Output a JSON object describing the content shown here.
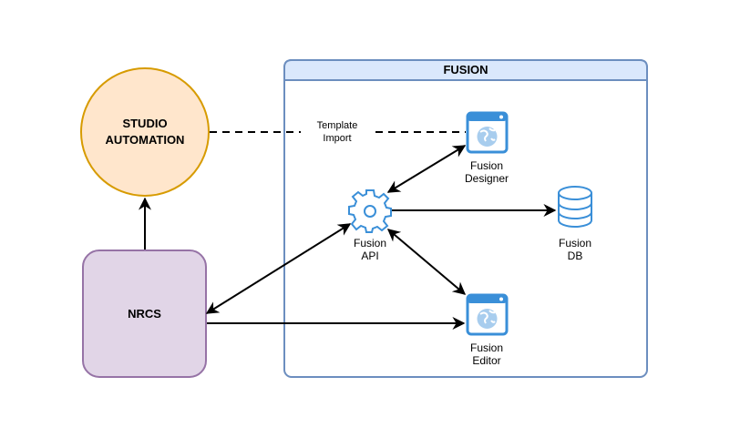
{
  "container": {
    "title": "FUSION",
    "fill": "#dae8fc",
    "stroke": "#6c8ebf"
  },
  "nodes": {
    "studio_automation": {
      "line1": "STUDIO",
      "line2": "AUTOMATION",
      "fill": "#ffe6cc",
      "stroke": "#d79b00"
    },
    "nrcs": {
      "label": "NRCS",
      "fill": "#e1d5e7",
      "stroke": "#9673a6"
    },
    "fusion_designer": {
      "line1": "Fusion",
      "line2": "Designer",
      "icon": "browser-globe-icon"
    },
    "fusion_api": {
      "line1": "Fusion",
      "line2": "API",
      "icon": "gear-icon"
    },
    "fusion_db": {
      "line1": "Fusion",
      "line2": "DB",
      "icon": "database-icon"
    },
    "fusion_editor": {
      "line1": "Fusion",
      "line2": "Editor",
      "icon": "browser-globe-icon"
    }
  },
  "edges": {
    "template_import": {
      "line1": "Template",
      "line2": "Import",
      "style": "dashed"
    }
  },
  "icon_color": "#3a8fd8",
  "icon_light": "#a8cdee"
}
